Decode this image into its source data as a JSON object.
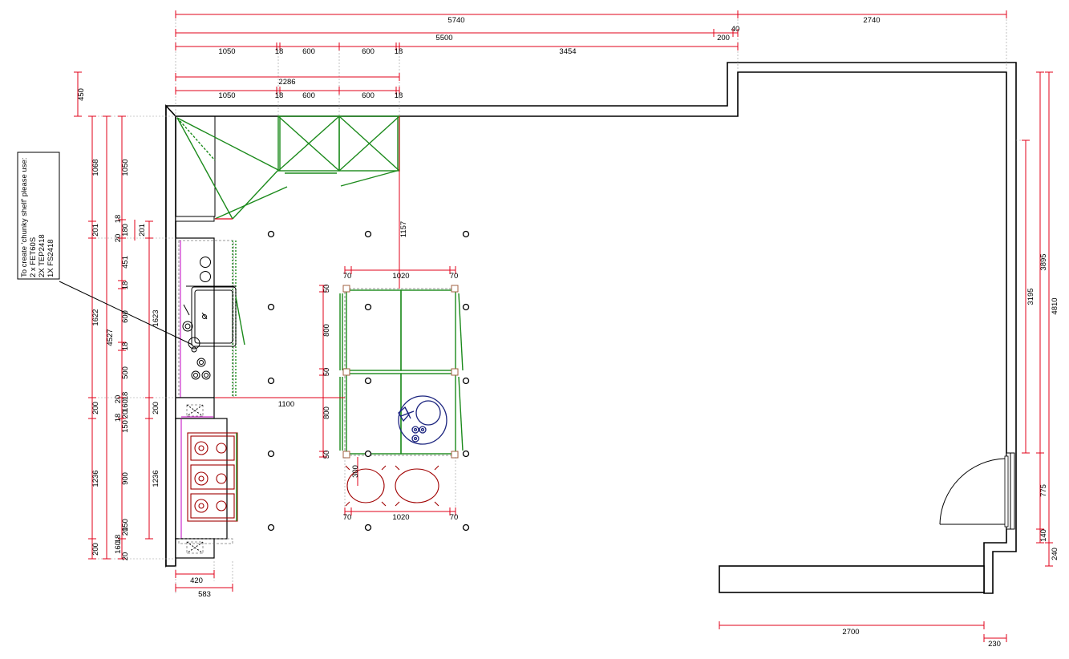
{
  "dimensions": {
    "top_5740": "5740",
    "top_2740": "2740",
    "top_5500": "5500",
    "top_200": "200",
    "top_40": "40",
    "row3_1050": "1050",
    "row3_18a": "18",
    "row3_600a": "600",
    "row3_600b": "600",
    "row3_18b": "18",
    "row3_3454": "3454",
    "wall_2286": "2286",
    "wall_1050": "1050",
    "wall_18a": "18",
    "wall_600a": "600",
    "wall_600b": "600",
    "wall_18b": "18",
    "left_450": "450",
    "left_1068": "1068",
    "left_201": "201",
    "left_1622": "1622",
    "left_1236": "1236",
    "left_200a": "200",
    "left_200b": "200",
    "left_4527": "4527",
    "left_1050": "1050",
    "left_18a": "18",
    "left_20a": "20",
    "left_180": "180",
    "left_451": "451",
    "left_18b": "18",
    "left_600": "600",
    "left_18c": "18",
    "left_500": "500",
    "left_20b": "20",
    "left_18d": "18",
    "left_150a": "150",
    "left_20c": "20",
    "left_160a": "160",
    "left_18e": "18",
    "left_900": "900",
    "left_18f": "18",
    "left_20d": "20",
    "left_150b": "150",
    "left_160b": "160",
    "left_20e": "20",
    "inner_201": "201",
    "inner_1623": "1623",
    "inner_200": "200",
    "inner_1236": "1236",
    "bottom_420": "420",
    "bottom_583": "583",
    "island_1100": "1100",
    "island_1157": "1157",
    "island_top_70a": "70",
    "island_top_1020": "1020",
    "island_top_70b": "70",
    "island_bot_70a": "70",
    "island_bot_1020": "1020",
    "island_bot_70b": "70",
    "island_50a": "50",
    "island_800a": "800",
    "island_50b": "50",
    "island_800b": "800",
    "island_50c": "50",
    "island_300": "300",
    "right_3895": "3895",
    "right_4810": "4810",
    "right_3195": "3195",
    "right_775": "775",
    "right_140": "140",
    "right_240": "240",
    "floor_2700": "2700",
    "floor_230": "230"
  },
  "note": {
    "line1": "To create 'chunky shelf' please use:",
    "line2": "2 x FET60S",
    "line3": "2X TEP2418",
    "line4": "1X FS2418"
  },
  "colors": {
    "dimension": "#e2001a",
    "cabinet": "#1b8a1b",
    "appliance": "#a00000",
    "panel": "#c000c0",
    "table_set": "#1a237e"
  }
}
